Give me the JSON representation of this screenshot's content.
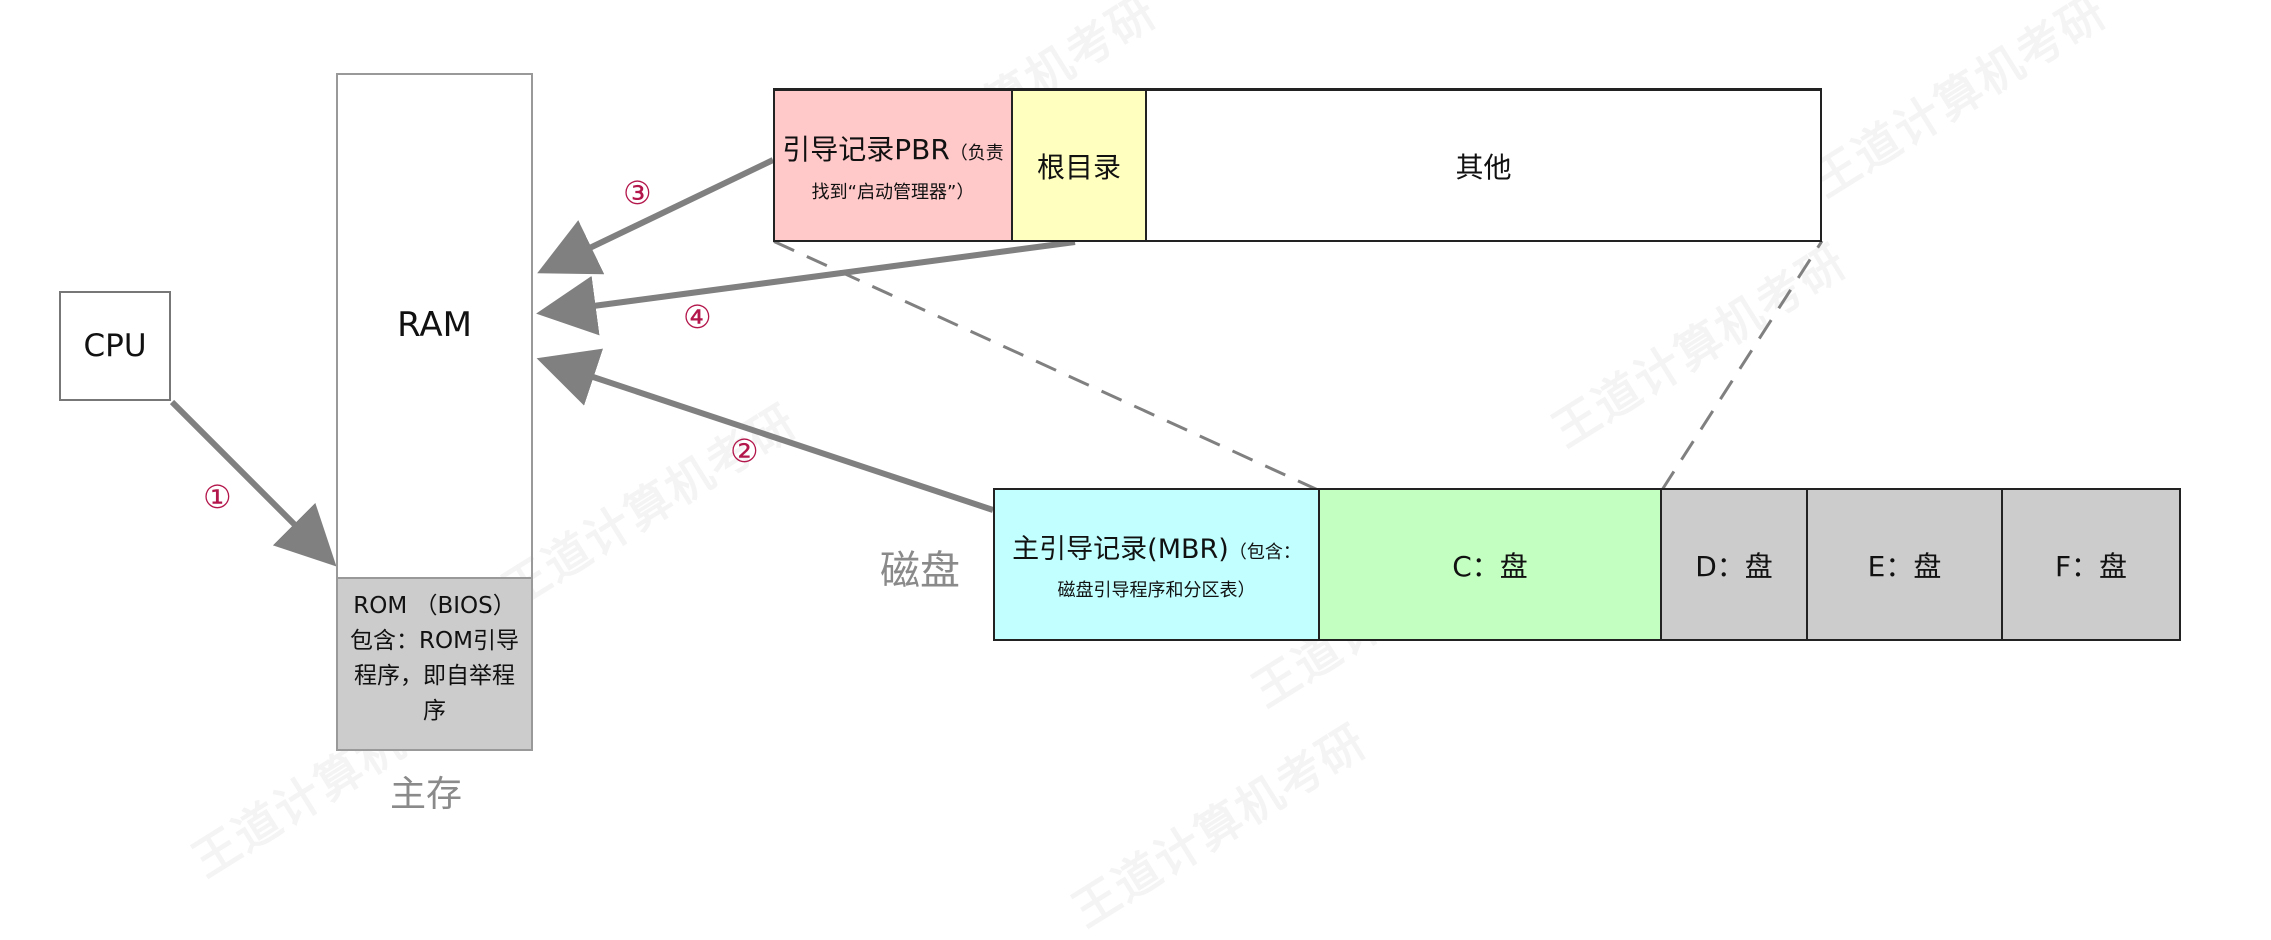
{
  "watermark": "王道计算机考研",
  "cpu": {
    "label": "CPU"
  },
  "main_memory": {
    "ram_label": "RAM",
    "rom_lines": [
      "ROM （BIOS）",
      "包含：ROM引导",
      "程序，即自举程",
      "序"
    ],
    "caption": "主存"
  },
  "partition": {
    "pbr_main": "引导记录PBR",
    "pbr_note1": "（负责",
    "pbr_note2": "找到“启动管理器”）",
    "root_dir": "根目录",
    "other": "其他"
  },
  "disk": {
    "caption": "磁盘",
    "mbr_main": "主引导记录(MBR)",
    "mbr_note1": "（包含：",
    "mbr_note2": "磁盘引导程序和分区表）",
    "c_drive": "C：盘",
    "d_drive": "D：盘",
    "e_drive": "E：盘",
    "f_drive": "F：盘"
  },
  "steps": [
    "①",
    "②",
    "③",
    "④"
  ],
  "colors": {
    "pbr": "#ffc8c9",
    "root_dir": "#ffffbf",
    "mbr": "#c2ffff",
    "c_drive": "#c2ffc1",
    "other_drives": "#cccccc",
    "rom": "#cccccc",
    "step_number": "#b3164b",
    "arrow": "#808080"
  }
}
